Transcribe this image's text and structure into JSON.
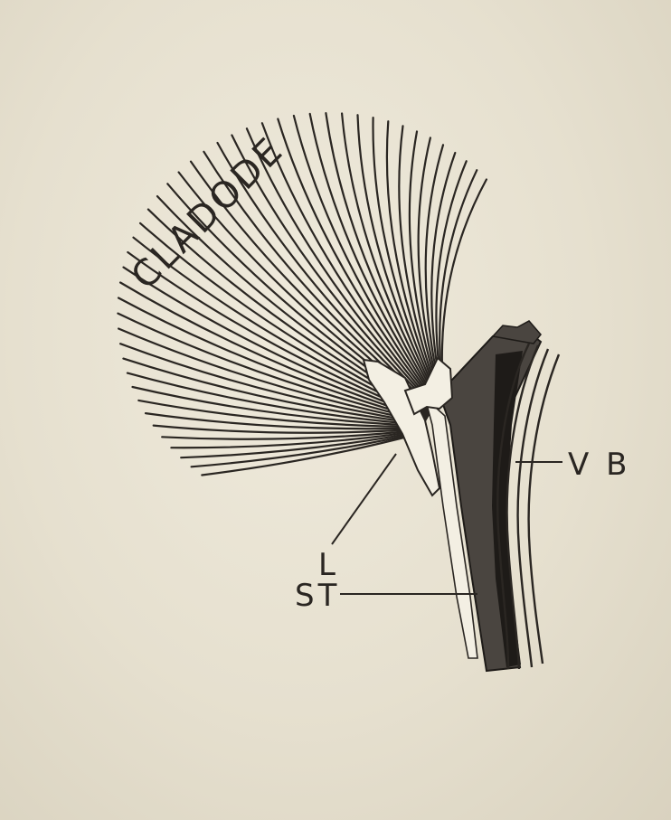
{
  "figure": {
    "labels": {
      "cladode": "CLADODE",
      "vascular_bundle": "V B",
      "leaf": "L",
      "stem": "ST"
    },
    "colors": {
      "paper": "#e8e2d2",
      "ink": "#2a2622",
      "stem_fill": "#4a4540",
      "stem_dark": "#1e1b18",
      "leaf_fill": "#f3efe3"
    }
  }
}
